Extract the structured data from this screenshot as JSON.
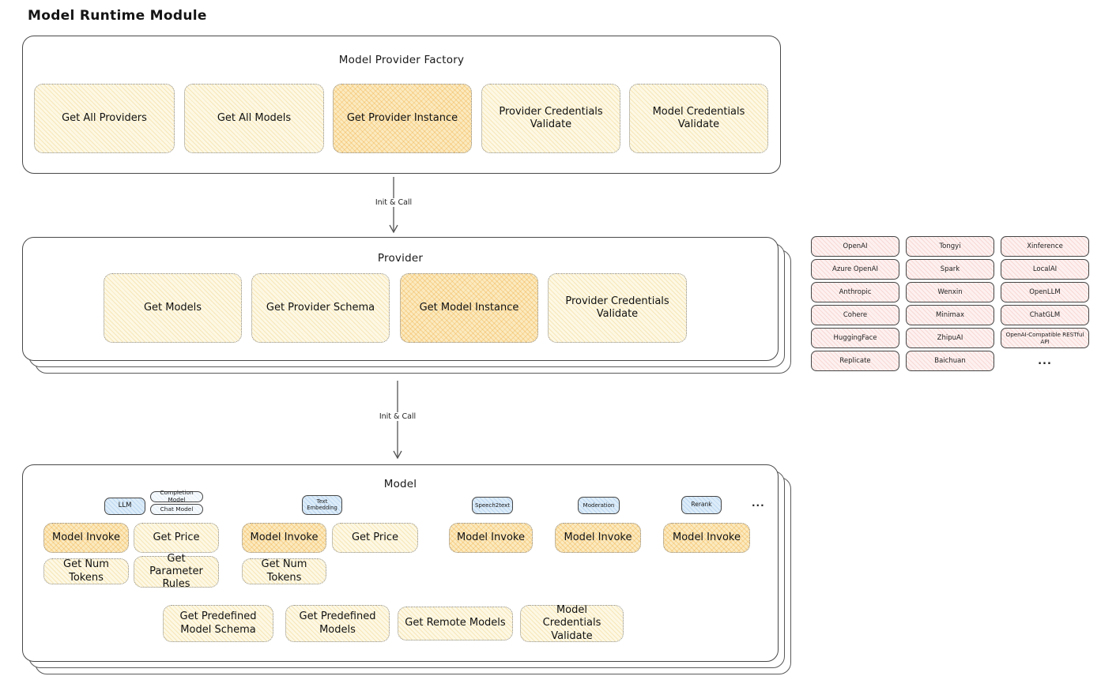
{
  "title": "Model Runtime Module",
  "colors": {
    "yellow_fill": "#fdf8e4",
    "orange_highlight_fill": "#fbeac0",
    "pink_fill": "#fdf1f0",
    "blue_fill": "#dcecf9",
    "border_dark": "#484848",
    "dotted_border": "#8b8b8b"
  },
  "arrows": {
    "label1": "Init & Call",
    "label2": "Init & Call"
  },
  "factory": {
    "title": "Model Provider Factory",
    "boxes": [
      {
        "label": "Get All Providers",
        "highlighted": false
      },
      {
        "label": "Get All Models",
        "highlighted": false
      },
      {
        "label": "Get Provider Instance",
        "highlighted": true
      },
      {
        "label": "Provider Credentials Validate",
        "highlighted": false
      },
      {
        "label": "Model Credentials Validate",
        "highlighted": false
      }
    ]
  },
  "provider": {
    "title": "Provider",
    "boxes": [
      {
        "label": "Get Models",
        "highlighted": false
      },
      {
        "label": "Get Provider Schema",
        "highlighted": false
      },
      {
        "label": "Get Model Instance",
        "highlighted": true
      },
      {
        "label": "Provider Credentials Validate",
        "highlighted": false
      }
    ]
  },
  "providers_list": {
    "items": [
      "OpenAI",
      "Tongyi",
      "Xinference",
      "Azure OpenAI",
      "Spark",
      "LocalAI",
      "Anthropic",
      "Wenxin",
      "OpenLLM",
      "Cohere",
      "Minimax",
      "ChatGLM",
      "HuggingFace",
      "ZhipuAI",
      "OpenAI-Compatible RESTful API",
      "Replicate",
      "Baichuan",
      "..."
    ]
  },
  "model": {
    "title": "Model",
    "tabs": [
      "LLM",
      "Completion Model",
      "Chat Model",
      "Text Embedding",
      "Speech2text",
      "Moderation",
      "Rerank",
      "..."
    ],
    "row1": [
      "Model Invoke",
      "Get Price",
      "Model Invoke",
      "Get Price",
      "Model Invoke",
      "Model Invoke",
      "Model Invoke"
    ],
    "row2": [
      "Get Num Tokens",
      "Get Parameter Rules",
      "Get Num Tokens"
    ],
    "row3": [
      "Get Predefined Model Schema",
      "Get Predefined Models",
      "Get Remote Models",
      "Model Credentials Validate"
    ]
  }
}
